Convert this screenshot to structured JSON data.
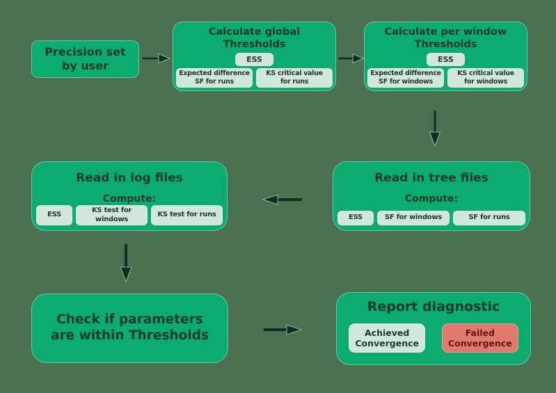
{
  "colors": {
    "background": "#4a7152",
    "node_fill": "#0cab6f",
    "chip_fill": "#cfe8da",
    "title_text": "#123b28",
    "chip_text": "#22382c",
    "failure_fill": "#e07a6c",
    "failure_text": "#62150e",
    "arrow": "#0e3020"
  },
  "nodes": {
    "precision": {
      "title": "Precision set\nby user"
    },
    "global_thresholds": {
      "title": "Calculate global\nThresholds",
      "ess": "ESS",
      "chips": [
        "Expected difference\nSF for runs",
        "KS critical value\nfor runs"
      ]
    },
    "window_thresholds": {
      "title": "Calculate per window\nThresholds",
      "ess": "ESS",
      "chips": [
        "Expected difference\nSF for windows",
        "KS critical value\nfor windows"
      ]
    },
    "read_log": {
      "title": "Read in log files",
      "subtitle": "Compute:",
      "chips": [
        "ESS",
        "KS test for windows",
        "KS test for runs"
      ]
    },
    "read_tree": {
      "title": "Read in tree files",
      "subtitle": "Compute:",
      "chips": [
        "ESS",
        "SF for windows",
        "SF for runs"
      ]
    },
    "check": {
      "title": "Check if parameters\nare within Thresholds"
    },
    "report": {
      "title": "Report diagnostic",
      "outcomes": [
        {
          "label": "Achieved\nConvergence",
          "status": "success"
        },
        {
          "label": "Failed\nConvergence",
          "status": "failure"
        }
      ]
    }
  },
  "edges": [
    {
      "from": "precision",
      "to": "global_thresholds"
    },
    {
      "from": "global_thresholds",
      "to": "window_thresholds"
    },
    {
      "from": "window_thresholds",
      "to": "read_tree"
    },
    {
      "from": "read_tree",
      "to": "read_log"
    },
    {
      "from": "read_log",
      "to": "check"
    },
    {
      "from": "check",
      "to": "report"
    }
  ]
}
